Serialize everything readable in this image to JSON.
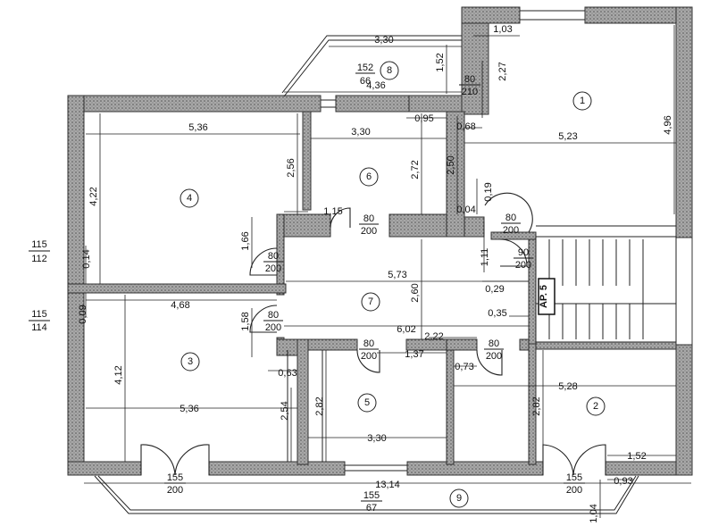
{
  "rooms": [
    {
      "id": "1",
      "label": "1"
    },
    {
      "id": "2",
      "label": "2"
    },
    {
      "id": "3",
      "label": "3"
    },
    {
      "id": "4",
      "label": "4"
    },
    {
      "id": "5",
      "label": "5"
    },
    {
      "id": "6",
      "label": "6"
    },
    {
      "id": "7",
      "label": "7"
    },
    {
      "id": "8",
      "label": "8"
    },
    {
      "id": "9",
      "label": "9"
    }
  ],
  "dims": {
    "d_330_top": "3,30",
    "d_103": "1,03",
    "d_227": "2,27",
    "d_152v": "1,52",
    "d_436": "4,36",
    "d_496": "4,96",
    "d_536_r4": "5,36",
    "d_330_r6": "3,30",
    "d_095": "0,95",
    "d_068": "0,68",
    "d_523": "5,23",
    "d_256": "2,56",
    "d_422": "4,22",
    "d_272": "2,72",
    "d_250": "2,50",
    "d_019": "0,19",
    "d_115_r6": "1,15",
    "d_004": "0,04",
    "d_166": "1,66",
    "d_111": "1,11",
    "d_014": "0,14",
    "d_573": "5,73",
    "d_260": "2,60",
    "d_029": "0,29",
    "d_468": "4,68",
    "d_009": "0,09",
    "d_158": "1,58",
    "d_035": "0,35",
    "d_602": "6,02",
    "d_222": "2,22",
    "d_063": "0,63",
    "d_137": "1,37",
    "d_073": "0,73",
    "d_528": "5,28",
    "d_412": "4,12",
    "d_536_r3": "5,36",
    "d_254": "2,54",
    "d_282_r5": "2,82",
    "d_282_r2": "2,82",
    "d_330_r5": "3,30",
    "d_152h": "1,52",
    "d_1314": "13,14",
    "d_093": "0,93",
    "d_104": "1,04"
  },
  "fractions": {
    "f_8": {
      "num": "152",
      "den": "66"
    },
    "f_entry": {
      "num": "80",
      "den": "210"
    },
    "f_115_112": {
      "num": "115",
      "den": "112"
    },
    "f_115_114": {
      "num": "115",
      "den": "114"
    },
    "f_9": {
      "num": "155",
      "den": "67"
    }
  },
  "doors": {
    "door_r6": {
      "num": "80",
      "den": "200"
    },
    "door_top_right": {
      "num": "80",
      "den": "200"
    },
    "door_stair": {
      "num": "90",
      "den": "200"
    },
    "door_r4": {
      "num": "80",
      "den": "200"
    },
    "door_r3": {
      "num": "80",
      "den": "200"
    },
    "door_r5": {
      "num": "80",
      "den": "200"
    },
    "door_r2": {
      "num": "80",
      "den": "200"
    },
    "door_bl": {
      "num": "155",
      "den": "200"
    },
    "door_br": {
      "num": "155",
      "den": "200"
    }
  },
  "tag": "AP. 5"
}
